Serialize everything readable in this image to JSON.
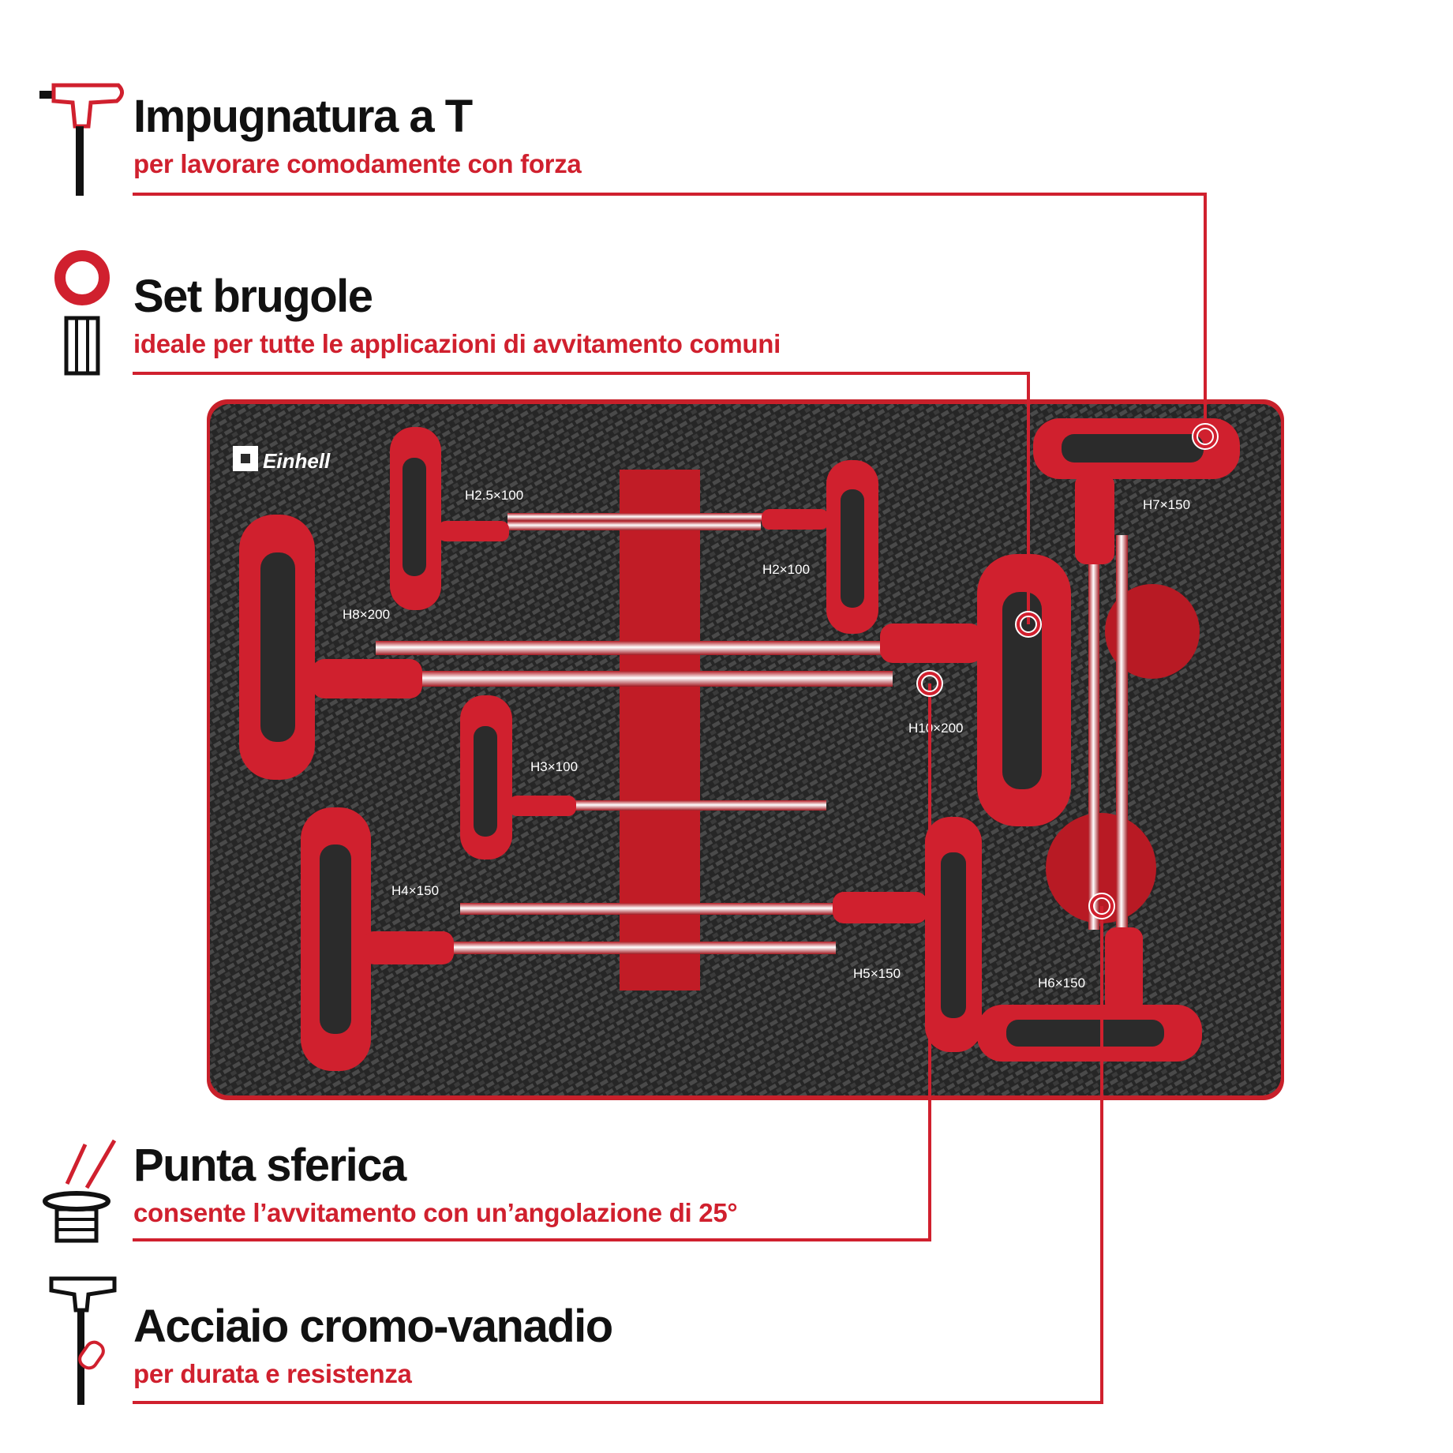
{
  "features": [
    {
      "title": "Impugnatura a T",
      "subtitle": "per lavorare comodamente con forza",
      "icon": "t-handle-icon"
    },
    {
      "title": "Set brugole",
      "subtitle": "ideale per tutte le applicazioni di avvitamento comuni",
      "icon": "hex-key-set-icon"
    },
    {
      "title": "Punta sferica",
      "subtitle": "consente l’avvitamento con un’angolazione di 25°",
      "icon": "ball-end-icon"
    },
    {
      "title": "Acciaio cromo-vanadio",
      "subtitle": "per durata e resistenza",
      "icon": "chrome-vanadium-icon"
    }
  ],
  "tray": {
    "brand_logo": "Einhell",
    "tool_labels": [
      "H2.5×100",
      "H2×100",
      "H8×200",
      "H10×200",
      "H3×100",
      "H4×150",
      "H5×150",
      "H6×150",
      "H7×150"
    ]
  },
  "colors": {
    "accent": "#d0202e",
    "text": "#111111",
    "tray": "#2a2a2a"
  }
}
